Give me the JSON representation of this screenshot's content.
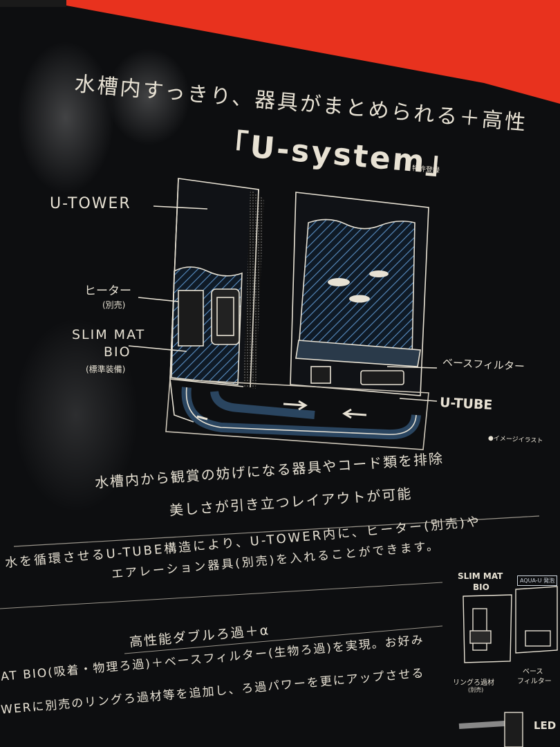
{
  "headline": "水槽内すっきり、器具がまとめられる＋高性",
  "brand": "「U-system」",
  "patent": "特許登録",
  "diagram": {
    "utower": "U-TOWER",
    "heater": "ヒーター",
    "heater_sub": "(別売)",
    "slim_mat": "SLIM MAT",
    "bio": "BIO",
    "standard": "(標準装備)",
    "base_filter": "ベースフィルター",
    "utube": "U-TUBE",
    "image_note": "●イメージイラスト"
  },
  "copy": {
    "line1": "水槽内から観賞の妨げになる器具やコード類を排除",
    "line2": "美しさが引き立つレイアウトが可能"
  },
  "section1": {
    "line1": "水を循環させるU-TUBE構造により、U-TOWER内に、ヒーター(別売)や",
    "line2": "エアレーション器具(別売)を入れることができます。"
  },
  "section2": {
    "title": "高性能ダブルろ過＋α",
    "line1": "AT BIO(吸着・物理ろ過)＋ベースフィルター(生物ろ過)を実現。お好み",
    "line2": "WERに別売のリングろ過材等を追加し、ろ過パワーを更にアップさせる"
  },
  "mini": {
    "slim_mat": "SLIM MAT",
    "bio": "BIO",
    "tag": "AQUA-U 発泡",
    "ring": "リングろ過材",
    "ring_sub": "(別売)",
    "base1": "ベース",
    "base2": "フィルター"
  },
  "led": "LED",
  "colors": {
    "background": "#0d0e10",
    "red_banner": "#e8321e",
    "line_art": "#e8e2d4",
    "water": "#5a8fc4"
  }
}
